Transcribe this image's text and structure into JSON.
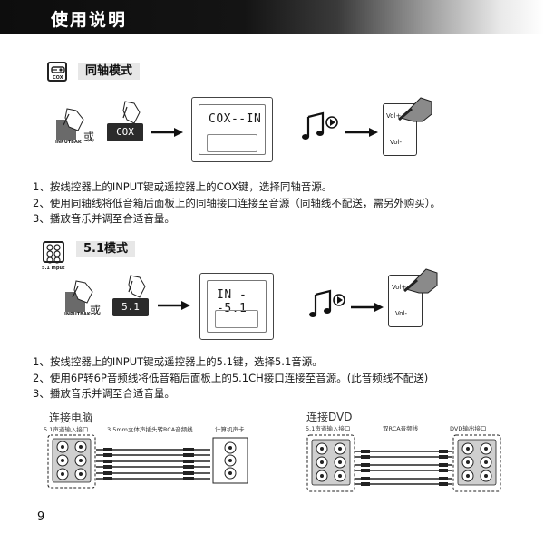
{
  "header": {
    "title": "使用说明"
  },
  "coax": {
    "icon_caption": "COX",
    "label": "同轴模式",
    "or": "或",
    "remote_button": "COX",
    "remote_caption": "INPUTBAK",
    "lcd_text": "COX--IN",
    "vol_plus": "Vol+",
    "vol_minus": "Vol-",
    "steps": [
      "1、按线控器上的INPUT键或遥控器上的COX键，选择同轴音源。",
      "2、使用同轴线将低音箱后面板上的同轴接口连接至音源（同轴线不配送，需另外购买）。",
      "3、播放音乐并调至合适音量。"
    ]
  },
  "input51": {
    "icon_caption": "5.1 input",
    "label": "5.1模式",
    "or": "或",
    "remote_button": "5.1",
    "remote_caption": "INPUTBAK",
    "lcd_text": "IN --5.1",
    "vol_plus": "Vol+",
    "vol_minus": "Vol-",
    "steps": [
      "1、按线控器上的INPUT键或遥控器上的5.1键，选择5.1音源。",
      "2、使用6P转6P音频线将低音箱后面板上的5.1CH接口连接至音源。(此音频线不配送)",
      "3、播放音乐并调至合适音量。"
    ]
  },
  "connect_pc": {
    "title": "连接电脑",
    "port_label": "5.1声道输入接口",
    "cable_label": "3.5mm立体声插头转RCA音频线",
    "card_label": "计算机声卡"
  },
  "connect_dvd": {
    "title": "连接DVD",
    "port_label": "5.1声道输入接口",
    "cable_label": "双RCA音频线",
    "dvd_label": "DVD输出接口"
  },
  "page_number": "9"
}
